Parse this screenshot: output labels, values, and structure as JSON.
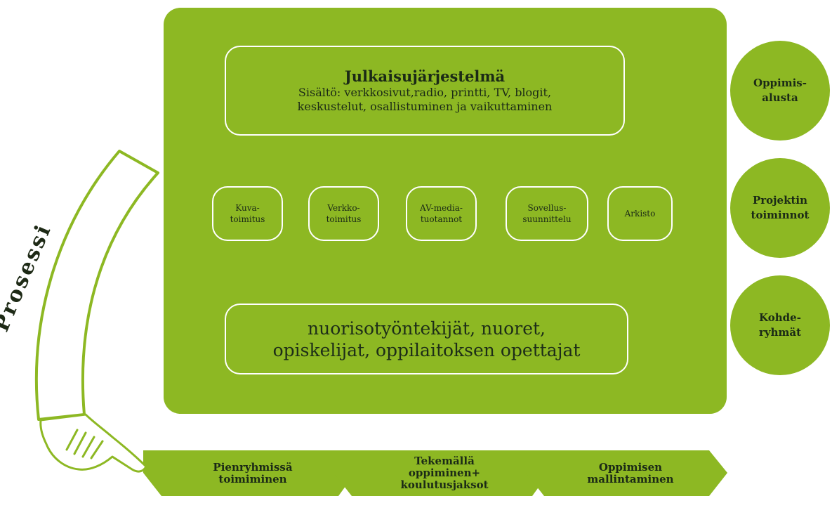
{
  "publishing_system": {
    "title": "Julkaisujärjestelmä",
    "content_line1": "Sisältö: verkkosivut,radio, printti, TV, blogit,",
    "content_line2": "keskustelut, osallistuminen ja vaikuttaminen"
  },
  "sub_boxes": [
    {
      "label": "Kuva-\ntoimitus"
    },
    {
      "label": "Verkko-\ntoimitus"
    },
    {
      "label": "AV-media-\ntuotannot"
    },
    {
      "label": "Sovellus-\nsuunnittelu"
    },
    {
      "label": "Arkisto"
    }
  ],
  "target_people": {
    "line1": "nuorisotyöntekijät, nuoret,",
    "line2": "opiskelijat, oppilaitoksen opettajat"
  },
  "circles": [
    {
      "label": "Oppimis-\nalusta"
    },
    {
      "label": "Projektin\ntoiminnot"
    },
    {
      "label": "Kohde-\nryhmät"
    }
  ],
  "process_label": "Prosessi",
  "steps": [
    {
      "label": "Pienryhmissä\ntoimiminen"
    },
    {
      "label": "Tekemällä\noppiminen+\nkoulutusjaksot"
    },
    {
      "label": "Oppimisen\nmallintaminen"
    }
  ],
  "colors": {
    "green": "#8db823",
    "white": "#ffffff",
    "text": "#1b2a16"
  }
}
